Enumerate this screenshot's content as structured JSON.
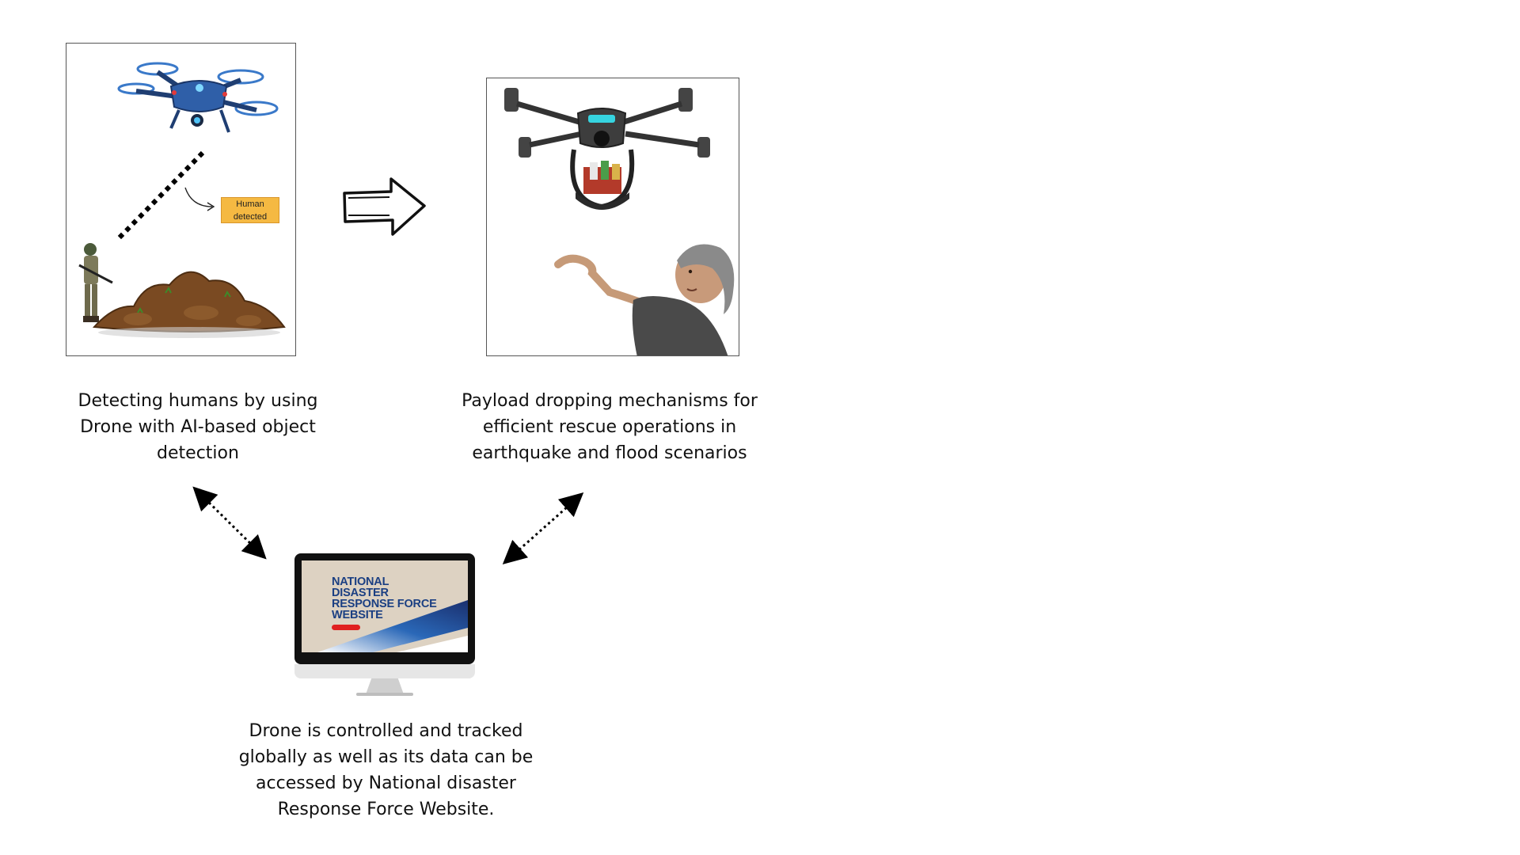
{
  "panels": {
    "detection": {
      "badge_line1": "Human",
      "badge_line2": "detected",
      "caption": [
        "Detecting humans by using",
        "Drone with AI-based object",
        "detection"
      ]
    },
    "payload": {
      "caption": [
        "Payload dropping mechanisms for",
        "efficient rescue operations in",
        "earthquake and flood scenarios"
      ]
    },
    "monitor": {
      "screen_lines": [
        "NATIONAL",
        "DISASTER",
        "RESPONSE FORCE",
        "WEBSITE"
      ],
      "caption": [
        "Drone is controlled and tracked",
        "globally as well as its data can be",
        "accessed by National disaster",
        "Response Force Website."
      ]
    }
  },
  "colors": {
    "badge": "#f5b942",
    "screen_title": "#1b3f82",
    "screen_bg": "#ddd2c2",
    "screen_button": "#e02020",
    "drone_blue": "#2f5fa8",
    "dirt": "#7a4a22"
  },
  "icons": [
    "drone-icon",
    "soldier-icon",
    "dirt-mound-icon",
    "arrow-right-icon",
    "cargo-drone-icon",
    "elderly-person-icon",
    "monitor-icon"
  ]
}
